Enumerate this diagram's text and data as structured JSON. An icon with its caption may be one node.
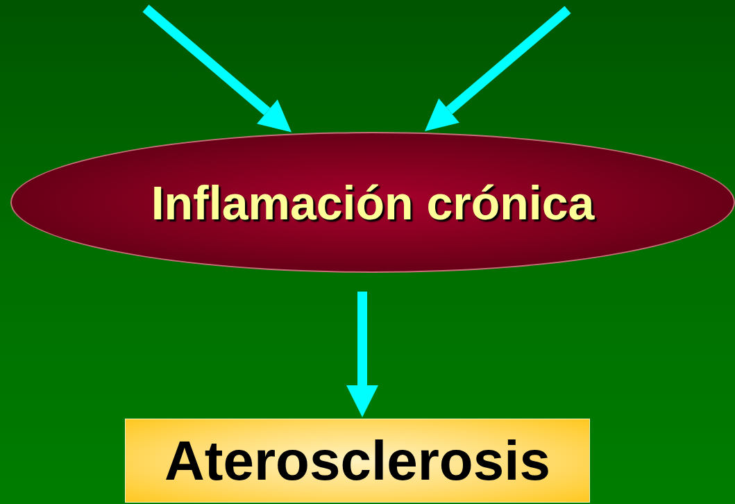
{
  "diagram": {
    "nodes": [
      {
        "text": [
          "Inflamación crónica"
        ]
      },
      {
        "text": [
          "Aterosclerosis"
        ]
      }
    ],
    "edges": [
      {
        "from": null,
        "to": 0,
        "arrow": "to"
      },
      {
        "from": null,
        "to": 0,
        "arrow": "to"
      },
      {
        "from": 0,
        "to": 1,
        "arrow": "to"
      }
    ]
  }
}
